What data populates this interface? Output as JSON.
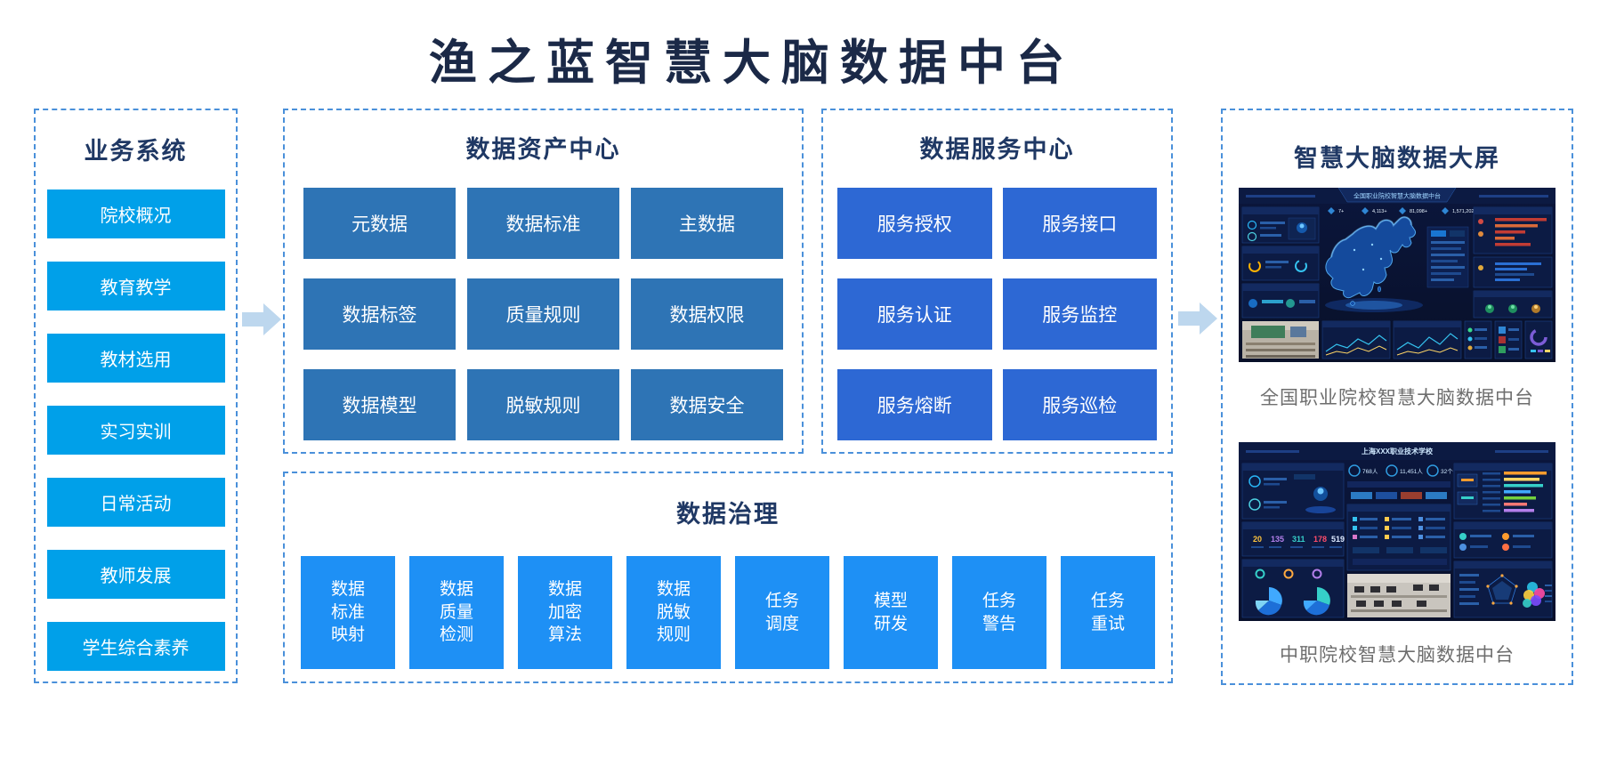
{
  "page": {
    "title": "渔之蓝智慧大脑数据中台"
  },
  "colors": {
    "title_text": "#1b2947",
    "panel_header_text": "#1f3864",
    "panel_border": "#4a90da",
    "business_box": "#00a0e9",
    "asset_box": "#2e74b5",
    "service_box": "#2d68d4",
    "governance_box": "#1e90f5",
    "arrow": "#bdd7ee",
    "caption_text": "#6e6e6e"
  },
  "business_systems": {
    "title": "业务系统",
    "items": [
      "院校概况",
      "教育教学",
      "教材选用",
      "实习实训",
      "日常活动",
      "教师发展",
      "学生综合素养"
    ]
  },
  "asset_center": {
    "title": "数据资产中心",
    "items": [
      "元数据",
      "数据标准",
      "主数据",
      "数据标签",
      "质量规则",
      "数据权限",
      "数据模型",
      "脱敏规则",
      "数据安全"
    ]
  },
  "service_center": {
    "title": "数据服务中心",
    "items": [
      "服务授权",
      "服务接口",
      "服务认证",
      "服务监控",
      "服务熔断",
      "服务巡检"
    ]
  },
  "governance": {
    "title": "数据治理",
    "items": [
      "数据\n标准\n映射",
      "数据\n质量\n检测",
      "数据\n加密\n算法",
      "数据\n脱敏\n规则",
      "任务\n调度",
      "模型\n研发",
      "任务\n警告",
      "任务\n重试"
    ]
  },
  "big_screen": {
    "title": "智慧大脑数据大屏",
    "dashboard1": {
      "header": "全国职业院校智慧大脑数据中台",
      "stats": [
        "7+",
        "4,113+",
        "81,098+",
        "1,571,202+"
      ],
      "caption": "全国职业院校智慧大脑数据中台"
    },
    "dashboard2": {
      "header": "上海XXX职业技术学校",
      "stats": [
        "768人",
        "11,451人",
        "32个"
      ],
      "numbers": [
        "20",
        "135",
        "311",
        "178",
        "519"
      ],
      "caption": "中职院校智慧大脑数据中台"
    }
  }
}
